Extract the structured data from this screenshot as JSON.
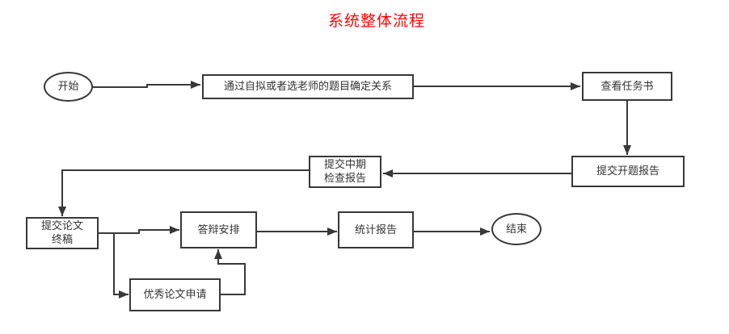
{
  "title": {
    "text": "系统整体流程",
    "color": "#ff0000"
  },
  "nodes": {
    "start": {
      "label": "开始",
      "shape": "ellipse"
    },
    "topic": {
      "label": "通过自拟或者选老师的题目确定关系",
      "shape": "rect"
    },
    "task": {
      "label": "查看任务书",
      "shape": "rect"
    },
    "opening": {
      "label": "提交开题报告",
      "shape": "rect"
    },
    "midterm": {
      "label": "提交中期\n检查报告",
      "shape": "rect"
    },
    "final": {
      "label": "提交论文\n终稿",
      "shape": "rect"
    },
    "defense": {
      "label": "答辩安排",
      "shape": "rect"
    },
    "excellent": {
      "label": "优秀论文申请",
      "shape": "rect"
    },
    "stats": {
      "label": "统计报告",
      "shape": "rect"
    },
    "end": {
      "label": "结束",
      "shape": "ellipse"
    }
  },
  "flow": [
    {
      "from": "开始",
      "to": "通过自拟或者选老师的题目确定关系"
    },
    {
      "from": "通过自拟或者选老师的题目确定关系",
      "to": "查看任务书"
    },
    {
      "from": "查看任务书",
      "to": "提交开题报告"
    },
    {
      "from": "提交开题报告",
      "to": "提交中期检查报告"
    },
    {
      "from": "提交中期检查报告",
      "to": "提交论文终稿"
    },
    {
      "from": "提交论文终稿",
      "to": "答辩安排"
    },
    {
      "from": "提交论文终稿",
      "to": "优秀论文申请"
    },
    {
      "from": "优秀论文申请",
      "to": "答辩安排"
    },
    {
      "from": "答辩安排",
      "to": "统计报告"
    },
    {
      "from": "统计报告",
      "to": "结束"
    }
  ],
  "colors": {
    "line": "#383838",
    "node_border": "#383838",
    "node_fill": "#ffffff",
    "text": "#333333",
    "title": "#ff0000",
    "background": "#ffffff"
  }
}
